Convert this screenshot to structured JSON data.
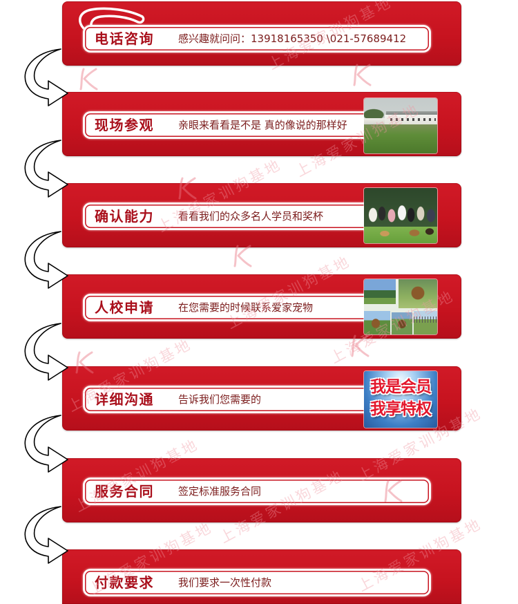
{
  "steps": [
    {
      "title": "电话咨询",
      "description": "感兴趣就问问：13918165350 \\021-57689412"
    },
    {
      "title": "现场参观",
      "description": "亲眼来看看是不是 真的像说的那样好"
    },
    {
      "title": "确认能力",
      "description": "看看我们的众多名人学员和奖杯"
    },
    {
      "title": "人校申请",
      "description": "在您需要的时候联系爱家宠物"
    },
    {
      "title": "详细沟通",
      "description": "告诉我们您需要的",
      "badge_lines": [
        "我是会员",
        "我享特权"
      ]
    },
    {
      "title": "服务合同",
      "description": "签定标准服务合同"
    },
    {
      "title": "付款要求",
      "description": "我们要求一次性付款"
    }
  ],
  "watermark": {
    "text": "上海爱家训狗基地"
  },
  "icons": {
    "flow_arrow": "curved-arrow-icon",
    "phone": "phone-handset-icon",
    "logo": "logo-watermark-icon"
  },
  "colors": {
    "banner": "#c7131f",
    "title_text": "#a90f1b",
    "description_text": "#7b1c1c",
    "label_box": "#ffffff",
    "arrow_fill": "#ffffff",
    "arrow_outline": "#000000",
    "badge_text": "#e3172c",
    "badge_background": "#3d7fc6"
  }
}
